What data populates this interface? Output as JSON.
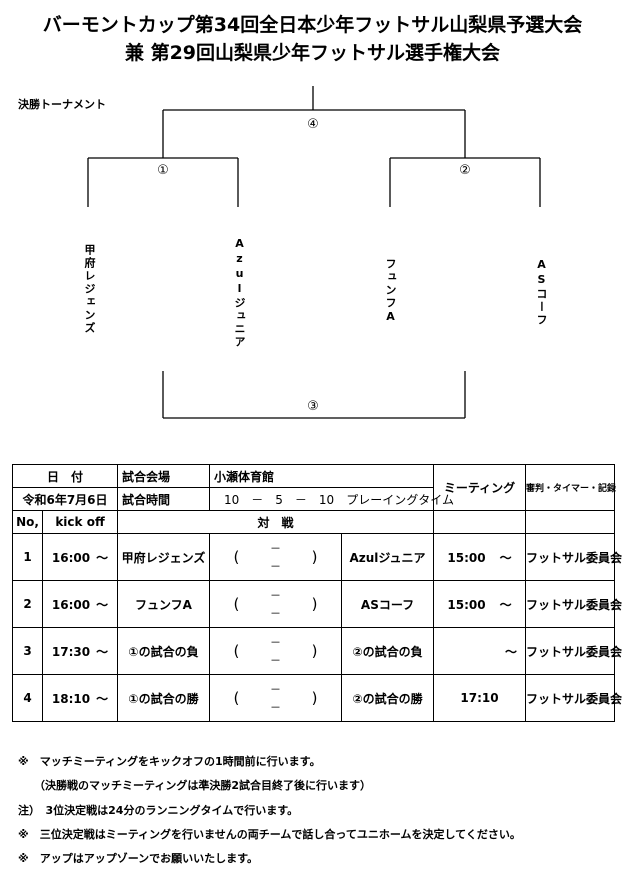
{
  "title": {
    "line1": "バーモントカップ第34回全日本少年フットサル山梨県予選大会",
    "line2": "兼 第29回山梨県少年フットサル選手権大会"
  },
  "bracket": {
    "label": "決勝トーナメント",
    "final_num": "④",
    "semi1_num": "①",
    "semi2_num": "②",
    "third_num": "③",
    "teams": [
      "甲府レジェンズ",
      "Azulジュニア",
      "フュンフA",
      "ASコーフ"
    ]
  },
  "schedule": {
    "date_label": "日　付",
    "venue_label": "試合会場",
    "venue": "小瀬体育館",
    "meeting_label": "ミーティング",
    "referee_label": "審判・タイマー・記録",
    "date": "令和6年7月6日",
    "time_label": "試合時間",
    "time_value": "10　－　5　－　10　プレーイングタイム",
    "no_label": "No,",
    "kickoff_label": "kick off",
    "match_label": "対　戦",
    "tilde": "～",
    "lp": "(",
    "rp": ")",
    "dash": "－",
    "rows": [
      {
        "no": "1",
        "kickoff": "16:00",
        "home": "甲府レジェンズ",
        "away": "Azulジュニア",
        "meeting": "15:00",
        "referee": "フットサル委員会"
      },
      {
        "no": "2",
        "kickoff": "16:00",
        "home": "フュンフA",
        "away": "ASコーフ",
        "meeting": "15:00",
        "referee": "フットサル委員会"
      },
      {
        "no": "3",
        "kickoff": "17:30",
        "home": "①の試合の負",
        "away": "②の試合の負",
        "meeting": "",
        "referee": "フットサル委員会"
      },
      {
        "no": "4",
        "kickoff": "18:10",
        "home": "①の試合の勝",
        "away": "②の試合の勝",
        "meeting": "17:10",
        "referee": "フットサル委員会"
      }
    ]
  },
  "notes": [
    "※　マッチミーティングをキックオフの1時間前に行います。",
    "（決勝戦のマッチミーティングは準決勝2試合目終了後に行います）",
    "注）　3位決定戦は24分のランニングタイムで行います。",
    "※　三位決定戦はミーティングを行いませんの両チームで話し合ってユニホームを決定してください。",
    "※　アップはアップゾーンでお願いいたします。"
  ]
}
